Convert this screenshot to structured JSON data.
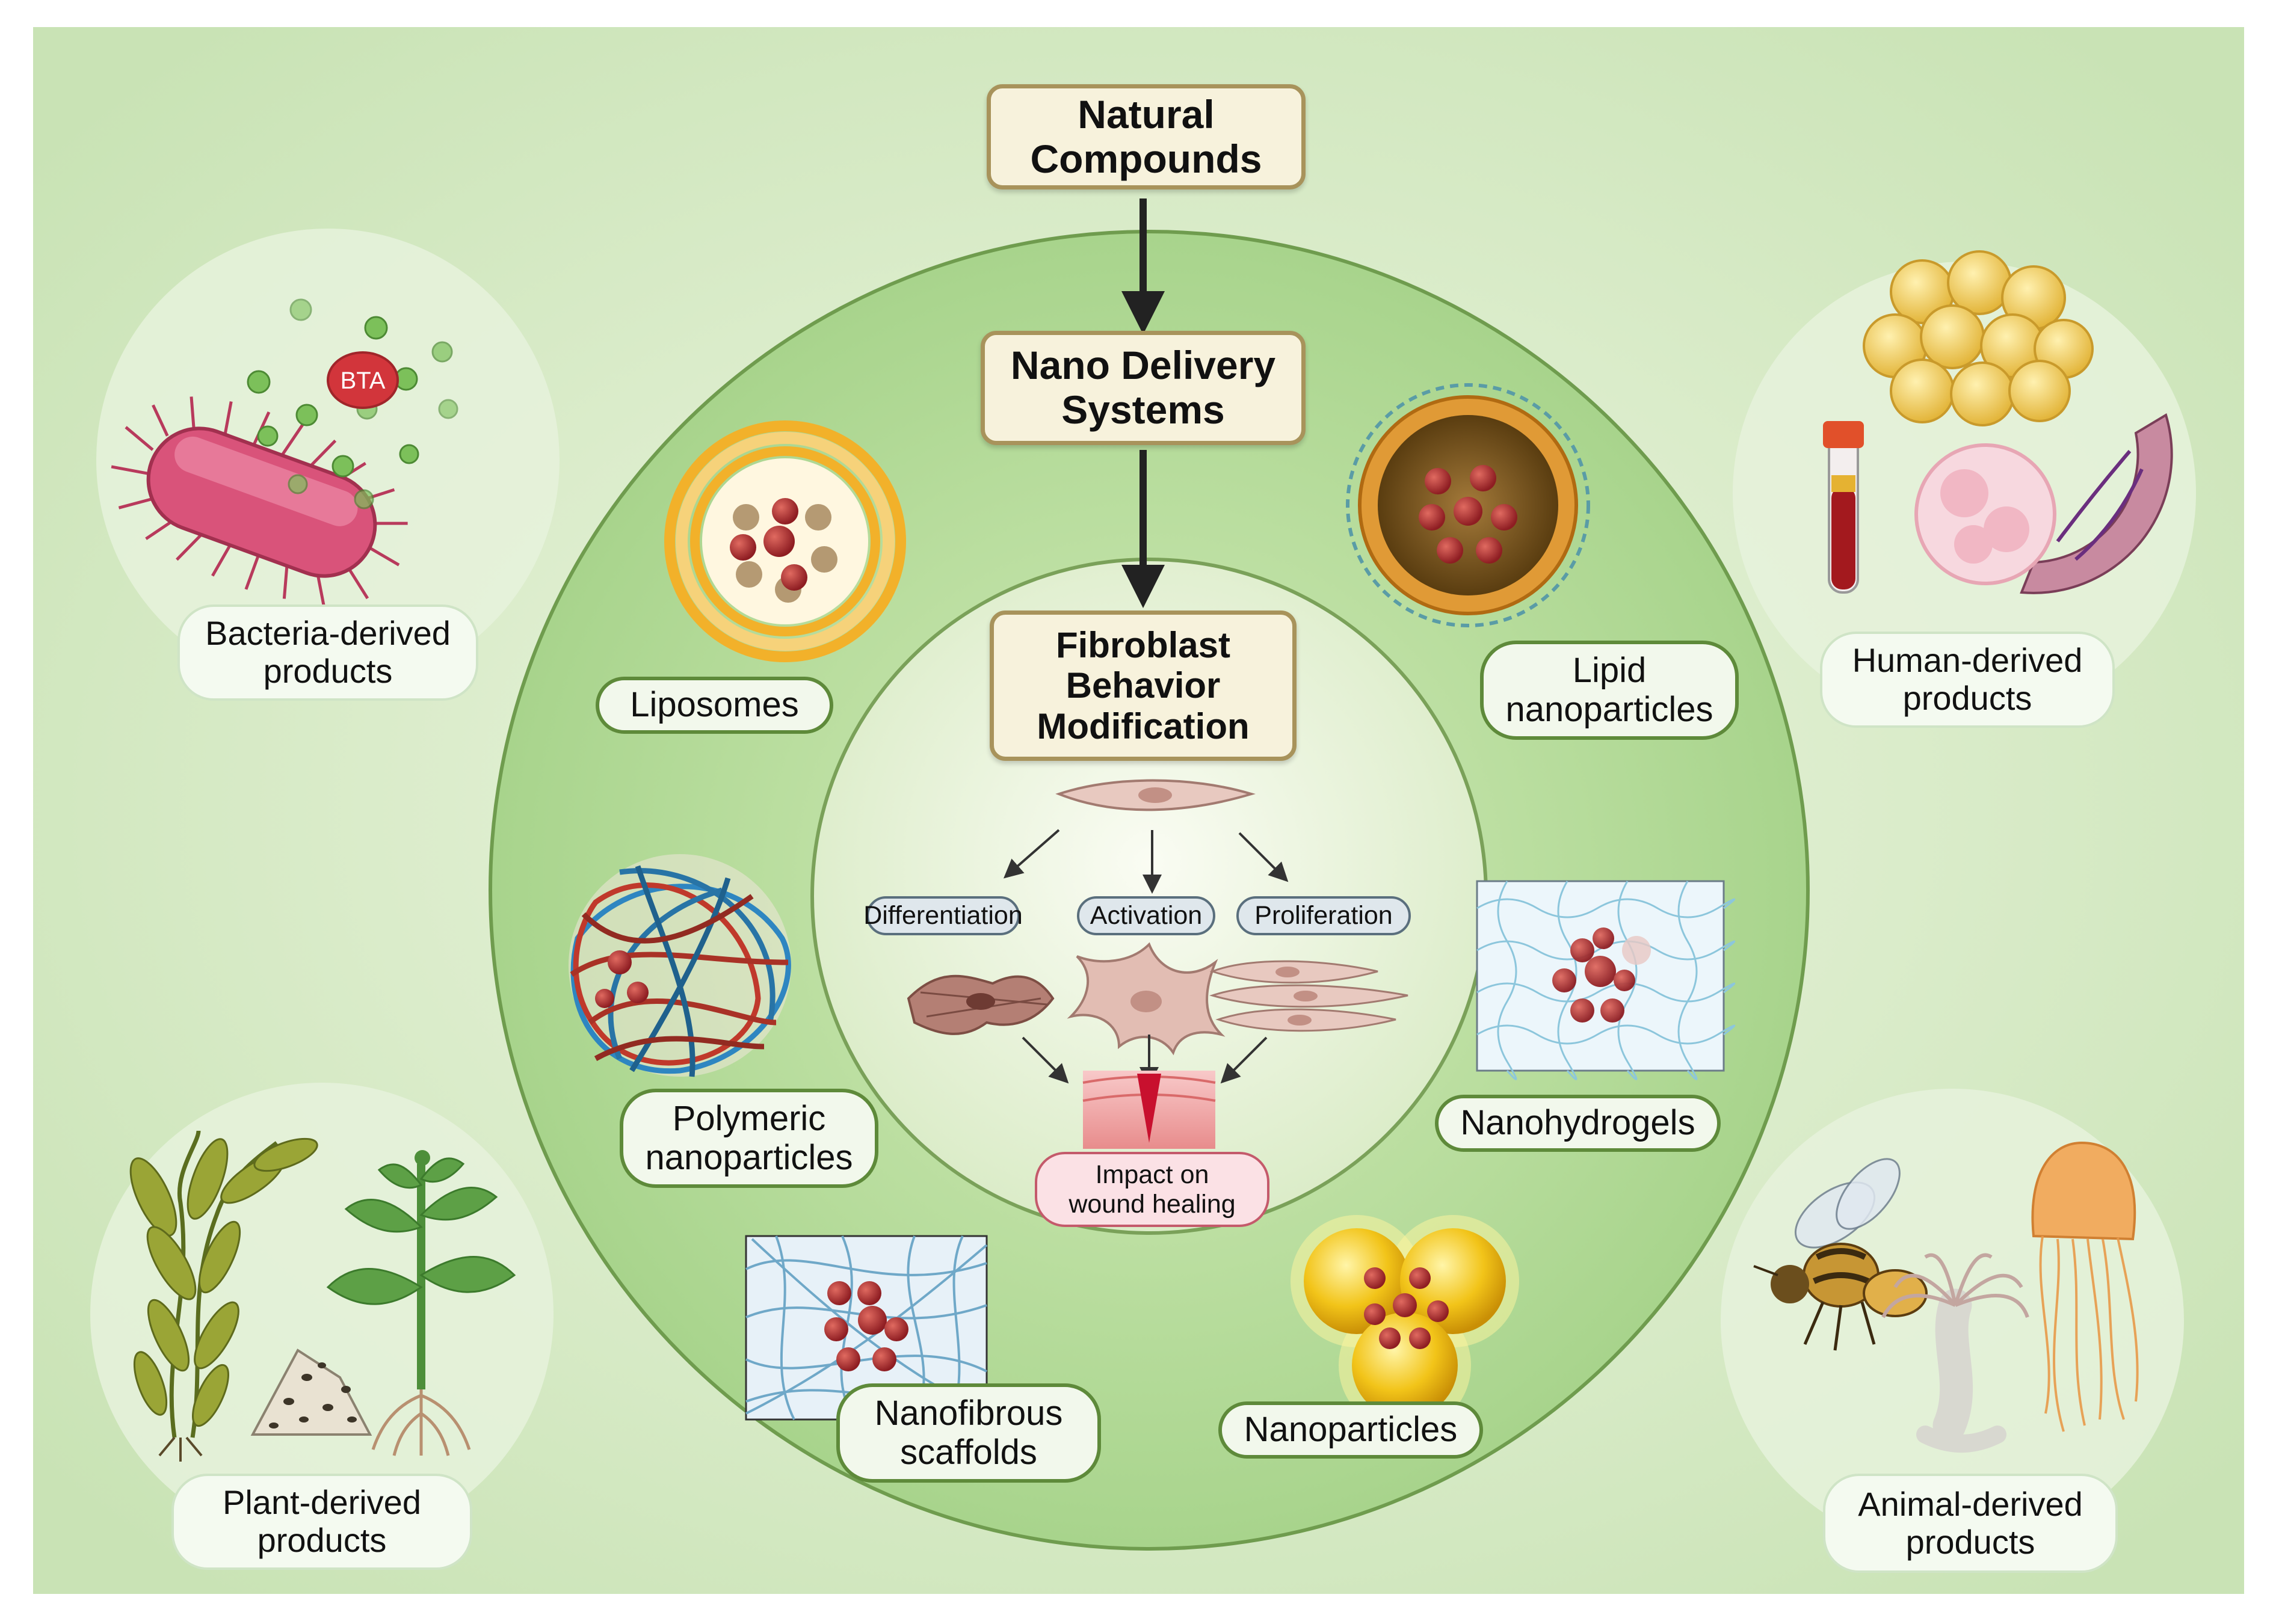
{
  "colors": {
    "background": "#d8ecc8",
    "outer_circle": "#bfe0a4",
    "inner_circle": "#f1f7e6",
    "title_box_fill": "#f7f2dc",
    "title_box_border": "#a8935b",
    "carrier_border": "#5e8a3a",
    "impact_border": "#c45a6b",
    "particle_red": "#a82e30"
  },
  "flow": {
    "top": [
      "Natural",
      "Compounds"
    ],
    "middle": [
      "Nano Delivery",
      "Systems"
    ],
    "center": [
      "Fibroblast",
      "Behavior",
      "Modification"
    ]
  },
  "sources": {
    "bacteria": [
      "Bacteria-derived",
      "products"
    ],
    "bacteria_badge": "BTA",
    "human": [
      "Human-derived",
      "products"
    ],
    "plant": [
      "Plant-derived",
      "products"
    ],
    "animal": [
      "Animal-derived",
      "products"
    ]
  },
  "carriers": {
    "liposomes": [
      "Liposomes"
    ],
    "lipid": [
      "Lipid",
      "nanoparticles"
    ],
    "polymeric": [
      "Polymeric",
      "nanoparticles"
    ],
    "nanohydrogels": [
      "Nanohydrogels"
    ],
    "nanofibrous": [
      "Nanofibrous",
      "scaffolds"
    ],
    "nanoparticles": [
      "Nanoparticles"
    ]
  },
  "behaviors": [
    "Differentiation",
    "Activation",
    "Proliferation"
  ],
  "impact": [
    "Impact on",
    "wound healing"
  ],
  "icons": {
    "bacteria": "bacterium-icon",
    "human": "human-products-icon",
    "plant": "plant-icon",
    "animal": "animal-icon"
  }
}
